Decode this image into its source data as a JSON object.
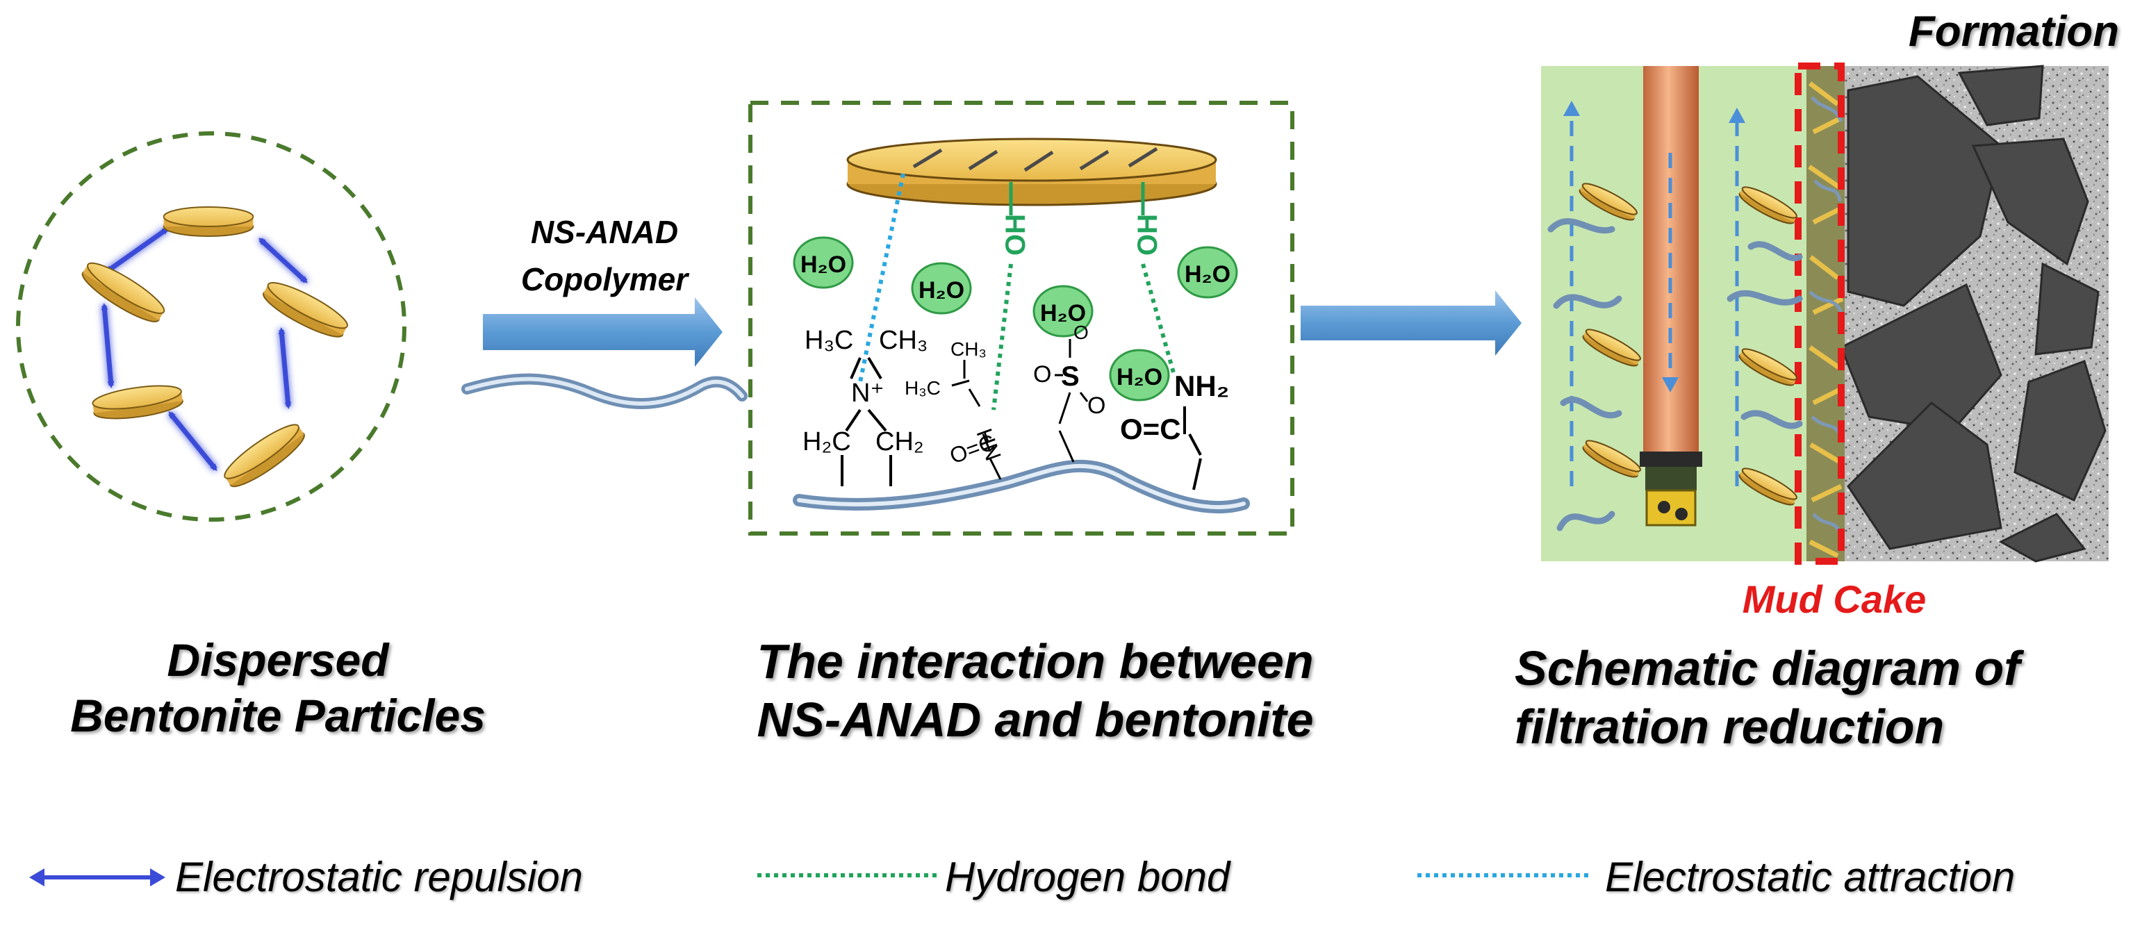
{
  "panel_left": {
    "caption_line1": "Dispersed",
    "caption_line2": "Bentonite Particles"
  },
  "arrow_label": {
    "line1": "NS-ANAD",
    "line2": "Copolymer"
  },
  "panel_middle": {
    "caption_line1": "The interaction between",
    "caption_line2": "NS-ANAD and bentonite",
    "water_labels": [
      "H₂O",
      "H₂O",
      "H₂O",
      "H₂O",
      "H₂O"
    ],
    "groups": {
      "quaternary_methyl1": "H₃C",
      "quaternary_methyl2": "CH₃",
      "nitrogen_plus": "N⁺",
      "ch2_left": "H₂C",
      "ch2_right": "CH₂",
      "isopropyl_ch3_top": "CH₃",
      "isopropyl_ch3_left": "H₃C",
      "isopropyl_nh": "HN",
      "amide_o_left": "O=C",
      "sulfonate_o": "O",
      "sulfonate_s": "S",
      "sulfonate_o2": "O",
      "sulfonate_o3": "O",
      "amide_nh2": "NH₂",
      "amide_o_right": "O=C",
      "hydroxyl_a": "OH",
      "hydroxyl_b": "OH"
    }
  },
  "panel_right": {
    "formation_label": "Formation",
    "mudcake_label": "Mud Cake",
    "caption_line1": "Schematic diagram of",
    "caption_line2": "filtration reduction"
  },
  "legend": {
    "items": [
      {
        "label": "Electrostatic repulsion",
        "icon": "double-arrow-icon",
        "color": "#3b4bd8"
      },
      {
        "label": "Hydrogen bond",
        "icon": "green-dotted-line-icon",
        "color": "#21a35b"
      },
      {
        "label": "Electrostatic attraction",
        "icon": "blue-dotted-line-icon",
        "color": "#2aa7e0"
      }
    ]
  },
  "colors": {
    "particle": "#f5d06a",
    "particle_edge": "#8a6a1a",
    "dashed_frame": "#4a7a2c",
    "water_bubble": "#7ed98a",
    "mud_bg": "#c8e6b0",
    "mud_cake_frame": "#e51a1a",
    "formation_rock": "#4a4a4a",
    "arrow_fill": "#5b9bd5",
    "polymer": "#9cb8d6"
  }
}
